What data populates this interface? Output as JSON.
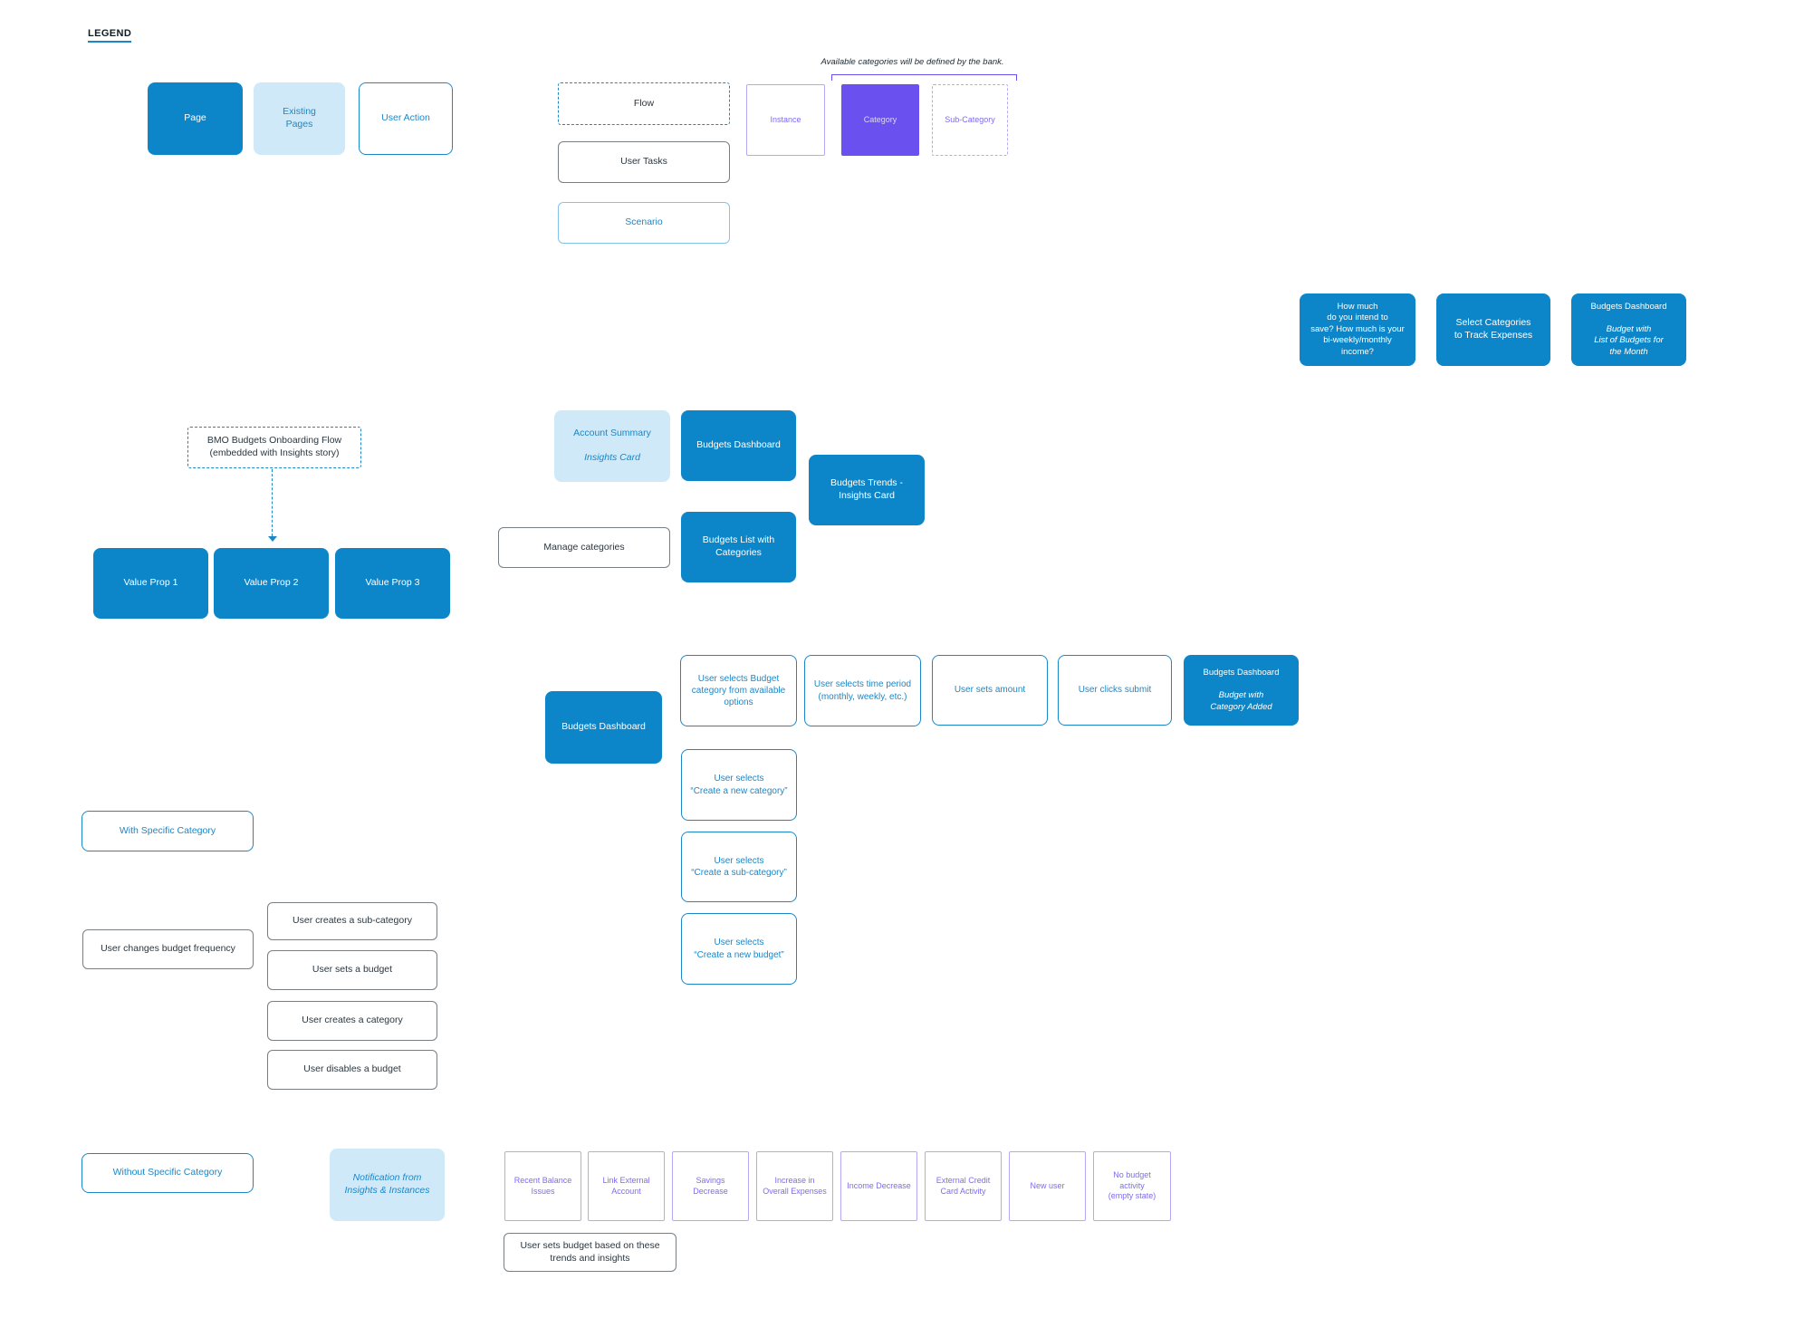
{
  "colors": {
    "page_blue": "#0d86c9",
    "light_blue_bg": "#cfe9f8",
    "blue_text": "#1b87c8",
    "scenario_border": "#85c4ea",
    "dark_text": "#2a363f",
    "task_border": "#777f85",
    "purple": "#6950ef",
    "purple_text": "#7d6cf0",
    "purple_border": "#b5a8f5"
  },
  "legend": {
    "title": "LEGEND",
    "page": "Page",
    "existing_pages": "Existing\nPages",
    "user_action": "User Action",
    "flow": "Flow",
    "user_tasks": "User Tasks",
    "scenario": "Scenario",
    "instance": "Instance",
    "category": "Category",
    "sub_category": "Sub-Category",
    "note": "Available categories will be defined by the bank."
  },
  "onboarding": {
    "flow_title": "BMO Budgets Onboarding Flow\n(embedded with Insights story)",
    "income_question": "How much\ndo you intend to\nsave? How much is your\nbi-weekly/monthly\nincome?",
    "select_categories": "Select Categories\nto Track Expenses",
    "dashboard_budget_list": {
      "title": "Budgets Dashboard",
      "subtitle": "Budget with\nList of Budgets for\nthe Month"
    },
    "value_props": [
      "Value Prop 1",
      "Value Prop 2",
      "Value Prop 3"
    ]
  },
  "insights": {
    "account_summary": {
      "title": "Account Summary",
      "subtitle": "Insights Card"
    },
    "budgets_dashboard": "Budgets Dashboard",
    "budgets_trends": "Budgets Trends -\nInsights Card",
    "manage_categories": "Manage categories",
    "budgets_list": "Budgets List with\nCategories"
  },
  "create_budget_flow": {
    "budgets_dashboard": "Budgets Dashboard",
    "select_category": "User selects Budget\ncategory from available\noptions",
    "select_time_period": "User selects time period\n(monthly, weekly, etc.)",
    "set_amount": "User sets amount",
    "click_submit": "User clicks submit",
    "dashboard_added": {
      "title": "Budgets Dashboard",
      "subtitle": "Budget with\nCategory Added"
    },
    "create_new_category": "User selects\n“Create a new category”",
    "create_sub_category": "User selects\n“Create a sub-category”",
    "create_new_budget": "User selects\n“Create a new budget”"
  },
  "with_category": {
    "label": "With Specific Category",
    "change_frequency": "User changes budget frequency",
    "tasks": [
      "User creates a sub-category",
      "User sets a budget",
      "User creates a category",
      "User disables a budget"
    ]
  },
  "without_category": {
    "label": "Without Specific Category",
    "notification": "Notification from\nInsights & Instances",
    "instances": [
      "Recent Balance\nIssues",
      "Link External\nAccount",
      "Savings\nDecrease",
      "Increase in\nOverall Expenses",
      "Income Decrease",
      "External Credit\nCard Activity",
      "New user",
      "No budget\nactivity\n(empty state)"
    ],
    "set_budget_from_trends": "User sets budget based on these\ntrends and insights"
  }
}
